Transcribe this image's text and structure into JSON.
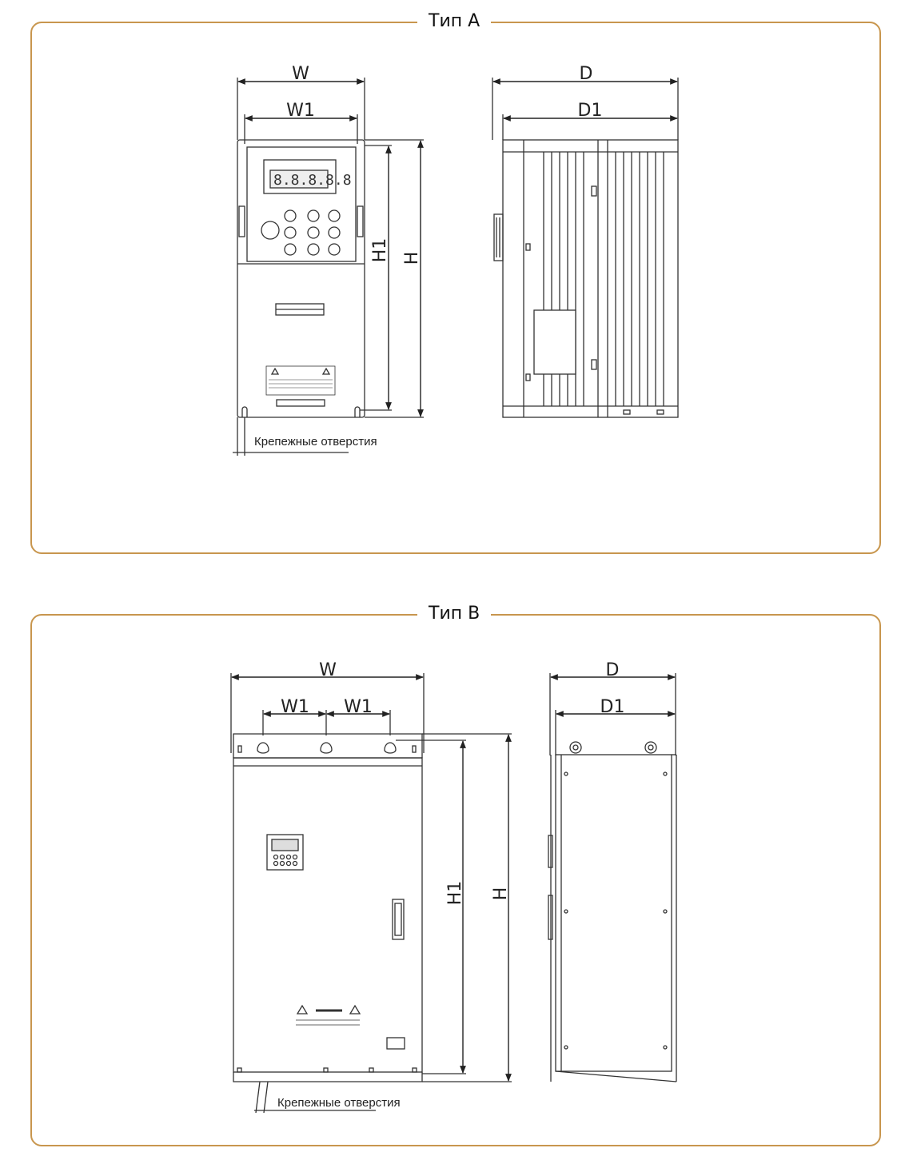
{
  "panels": [
    {
      "title": "Тип A",
      "labels": {
        "w": "W",
        "w1": "W1",
        "d": "D",
        "d1": "D1",
        "h": "H",
        "h1": "H1",
        "mounting": "Крепежные отверстия"
      }
    },
    {
      "title": "Тип B",
      "labels": {
        "w": "W",
        "w1a": "W1",
        "w1b": "W1",
        "d": "D",
        "d1": "D1",
        "h": "H",
        "h1": "H1",
        "mounting": "Крепежные отверстия"
      }
    }
  ],
  "colors": {
    "border": "#c8964e",
    "line": "#333333"
  }
}
